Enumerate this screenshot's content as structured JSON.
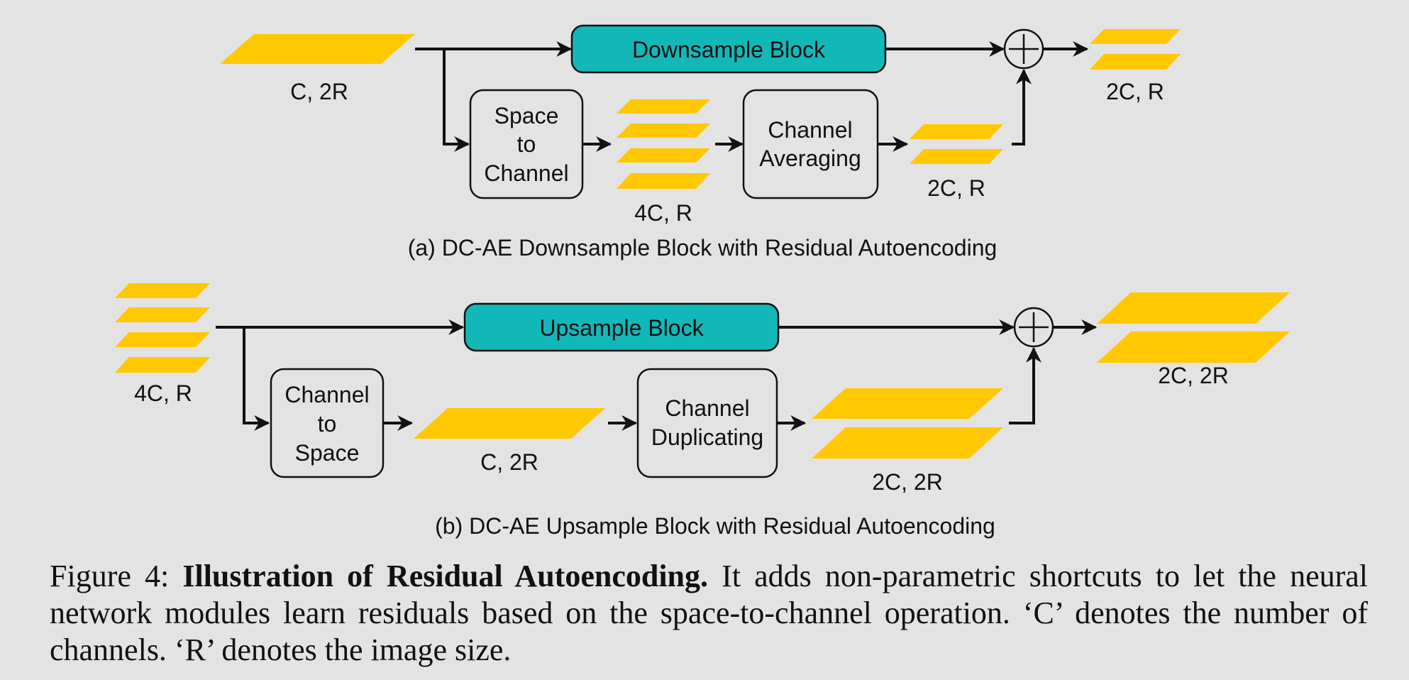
{
  "panel_a": {
    "main_block": "Downsample Block",
    "input_label": "C, 2R",
    "box1_lines": [
      "Space",
      "to",
      "Channel"
    ],
    "mid_label": "4C, R",
    "box2_lines": [
      "Channel",
      "Averaging"
    ],
    "shortcut_label": "2C, R",
    "output_label": "2C, R",
    "caption": "(a) DC-AE Downsample Block with Residual Autoencoding"
  },
  "panel_b": {
    "main_block": "Upsample Block",
    "input_label": "4C, R",
    "box1_lines": [
      "Channel",
      "to",
      "Space"
    ],
    "mid_label": "C, 2R",
    "box2_lines": [
      "Channel",
      "Duplicating"
    ],
    "shortcut_label": "2C, 2R",
    "output_label": "2C, 2R",
    "caption": "(b) DC-AE Upsample Block with Residual Autoencoding"
  },
  "figure_caption": {
    "prefix": "Figure 4:",
    "bold": "Illustration of Residual Autoencoding.",
    "body": "It adds non-parametric shortcuts to let the neural network modules learn residuals based on the space-to-channel operation. ‘C’ denotes the number of channels. ‘R’ denotes the image size."
  },
  "colors": {
    "tensor": "#ffc800",
    "block_fill": "#12b8b8",
    "background": "#e3e3e3",
    "stroke": "#111111"
  }
}
